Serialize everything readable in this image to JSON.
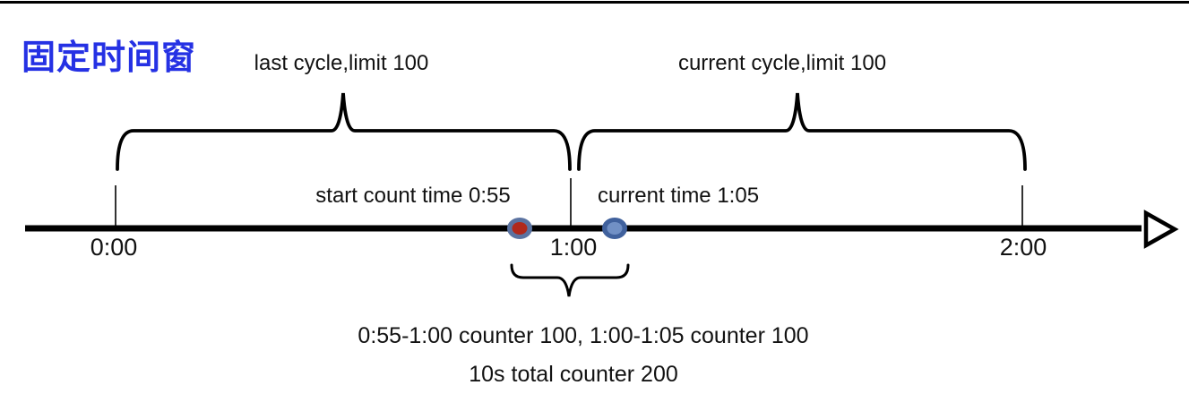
{
  "title": "固定时间窗",
  "cycles": {
    "last_label": "last cycle,limit 100",
    "current_label": "current cycle,limit 100"
  },
  "markers": {
    "start_label": "start count time 0:55",
    "current_label": "current time 1:05"
  },
  "timeline": {
    "tick_labels": [
      "0:00",
      "1:00",
      "2:00"
    ]
  },
  "footer": {
    "line1": "0:55-1:00 counter 100, 1:00-1:05 counter 100",
    "line2": "10s total counter 200"
  },
  "colors": {
    "title_blue": "#2531E4",
    "red_marker_fill": "#B1291C",
    "red_marker_ring": "#5B73A1",
    "blue_marker_fill": "#7190C5",
    "blue_marker_ring": "#40619D",
    "line_black": "#000000"
  }
}
